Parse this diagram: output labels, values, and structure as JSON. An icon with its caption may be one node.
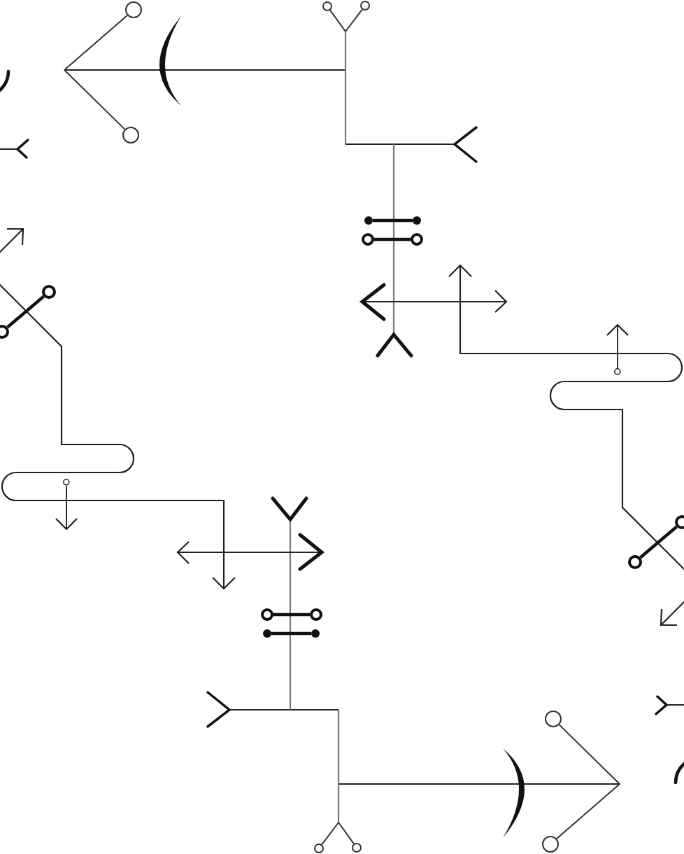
{
  "diagram": {
    "nodes": [
      {
        "text": [],
        "shape": "circle"
      },
      {
        "text": [],
        "shape": "circle"
      },
      {
        "text": [],
        "shape": "circle"
      },
      {
        "text": [],
        "shape": "circle"
      },
      {
        "text": [],
        "shape": "circle"
      },
      {
        "text": [],
        "shape": "circle"
      },
      {
        "text": [],
        "shape": "circle"
      },
      {
        "text": [],
        "shape": "circle"
      },
      {
        "text": [],
        "shape": "circle"
      },
      {
        "text": [],
        "shape": "circle"
      },
      {
        "text": [],
        "shape": "circle"
      },
      {
        "text": [],
        "shape": "circle"
      },
      {
        "text": [],
        "shape": "circle"
      },
      {
        "text": [],
        "shape": "circle"
      },
      {
        "text": [],
        "shape": "circle"
      },
      {
        "text": [],
        "shape": "circle"
      },
      {
        "text": [],
        "shape": "circle"
      },
      {
        "text": [],
        "shape": "circle"
      },
      {
        "text": [],
        "shape": "circle"
      },
      {
        "text": [],
        "shape": "circle"
      },
      {
        "text": [],
        "shape": "circle"
      },
      {
        "text": [],
        "shape": "circle"
      }
    ],
    "edges": [
      {
        "from": 0,
        "to": null,
        "arrow": "none"
      },
      {
        "from": 1,
        "to": null,
        "arrow": "none"
      },
      {
        "from": 2,
        "to": null,
        "arrow": "none"
      },
      {
        "from": 3,
        "to": null,
        "arrow": "none"
      },
      {
        "from": 4,
        "to": 5,
        "arrow": "none",
        "style": "thick"
      },
      {
        "from": 6,
        "to": 7,
        "arrow": "none",
        "style": "thick"
      },
      {
        "from": 8,
        "to": 9,
        "arrow": "none",
        "style": "thick"
      },
      {
        "from": 10,
        "to": null,
        "arrow": "to"
      },
      {
        "from": 11,
        "to": null,
        "arrow": "to"
      },
      {
        "from": 12,
        "to": 13,
        "arrow": "none",
        "style": "thick"
      },
      {
        "from": 14,
        "to": 15,
        "arrow": "none",
        "style": "thick"
      },
      {
        "from": 16,
        "to": 17,
        "arrow": "none",
        "style": "thick"
      },
      {
        "from": 18,
        "to": null,
        "arrow": "none"
      },
      {
        "from": 19,
        "to": null,
        "arrow": "none"
      },
      {
        "from": 20,
        "to": null,
        "arrow": "none"
      },
      {
        "from": 21,
        "to": null,
        "arrow": "none"
      }
    ]
  }
}
